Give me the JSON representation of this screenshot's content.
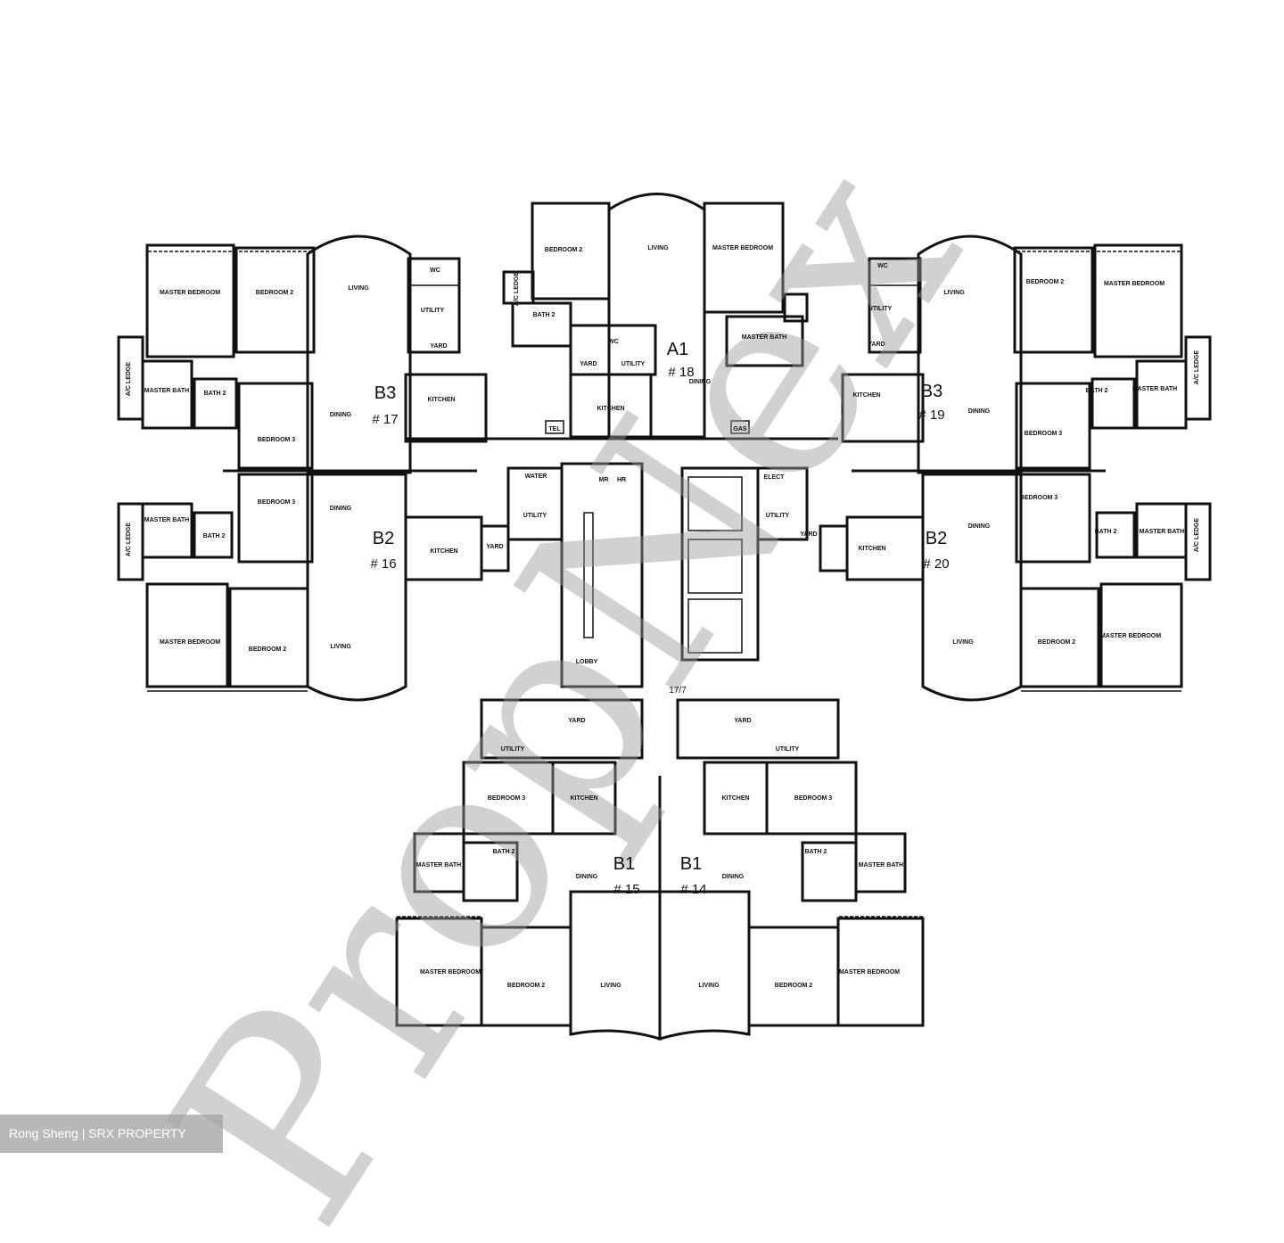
{
  "watermark": "PropNex",
  "credit": "Rong Sheng | SRX PROPERTY",
  "units": [
    {
      "code": "B3",
      "number": "# 17",
      "rooms": {
        "master_bedroom": "MASTER BEDROOM",
        "bedroom_2": "BEDROOM 2",
        "living": "LIVING",
        "wc": "WC",
        "utility": "UTILITY",
        "yard": "YARD",
        "ac_ledge": "A/C LEDGE",
        "master_bath": "MASTER BATH",
        "bath_2": "BATH 2",
        "bedroom_3": "BEDROOM 3",
        "dining": "DINING",
        "kitchen": "KITCHEN"
      }
    },
    {
      "code": "A1",
      "number": "# 18",
      "rooms": {
        "bedroom_2": "BEDROOM 2",
        "living": "LIVING",
        "master_bedroom": "MASTER BEDROOM",
        "ac_ledge": "A/C LEDGE",
        "bath_2": "BATH 2",
        "wc": "WC",
        "yard": "YARD",
        "utility": "UTILITY",
        "master_bath": "MASTER BATH",
        "kitchen": "KITCHEN",
        "dining": "DINING",
        "tel": "TEL",
        "gas": "GAS"
      }
    },
    {
      "code": "B3",
      "number": "# 19",
      "rooms": {
        "master_bedroom": "MASTER BEDROOM",
        "bedroom_2": "BEDROOM 2",
        "living": "LIVING",
        "wc": "WC",
        "utility": "UTILITY",
        "yard": "YARD",
        "ac_ledge": "A/C LEDGE",
        "master_bath": "MASTER BATH",
        "bath_2": "BATH 2",
        "bedroom_3": "BEDROOM 3",
        "dining": "DINING",
        "kitchen": "KITCHEN"
      }
    },
    {
      "code": "B2",
      "number": "# 16",
      "rooms": {
        "bedroom_3": "BEDROOM 3",
        "ac_ledge": "A/C LEDGE",
        "master_bath": "MASTER BATH",
        "bath_2": "BATH 2",
        "dining": "DINING",
        "kitchen": "KITCHEN",
        "yard": "YARD",
        "utility": "UTILITY",
        "master_bedroom": "MASTER BEDROOM",
        "bedroom_2": "BEDROOM 2",
        "living": "LIVING"
      }
    },
    {
      "code": "B2",
      "number": "# 20",
      "rooms": {
        "bedroom_3": "BEDROOM 3",
        "ac_ledge": "A/C LEDGE",
        "master_bath": "MASTER BATH",
        "bath_2": "BATH 2",
        "dining": "DINING",
        "kitchen": "KITCHEN",
        "yard": "YARD",
        "utility": "UTILITY",
        "master_bedroom": "MASTER BEDROOM",
        "bedroom_2": "BEDROOM 2",
        "living": "LIVING"
      }
    },
    {
      "code": "B1",
      "number": "# 15",
      "rooms": {
        "utility": "UTILITY",
        "yard": "YARD",
        "bedroom_3": "BEDROOM 3",
        "kitchen": "KITCHEN",
        "master_bath": "MASTER BATH",
        "bath_2": "BATH 2",
        "dining": "DINING",
        "master_bedroom": "MASTER BEDROOM",
        "bedroom_2": "BEDROOM 2",
        "living": "LIVING"
      }
    },
    {
      "code": "B1",
      "number": "# 14",
      "rooms": {
        "utility": "UTILITY",
        "yard": "YARD",
        "bedroom_3": "BEDROOM 3",
        "kitchen": "KITCHEN",
        "master_bath": "MASTER BATH",
        "bath_2": "BATH 2",
        "dining": "DINING",
        "master_bedroom": "MASTER BEDROOM",
        "bedroom_2": "BEDROOM 2",
        "living": "LIVING"
      }
    }
  ],
  "core": {
    "water": "WATER",
    "mr": "MR",
    "hr": "HR",
    "elect": "ELECT",
    "lobby": "LOBBY",
    "level": "17/7"
  }
}
